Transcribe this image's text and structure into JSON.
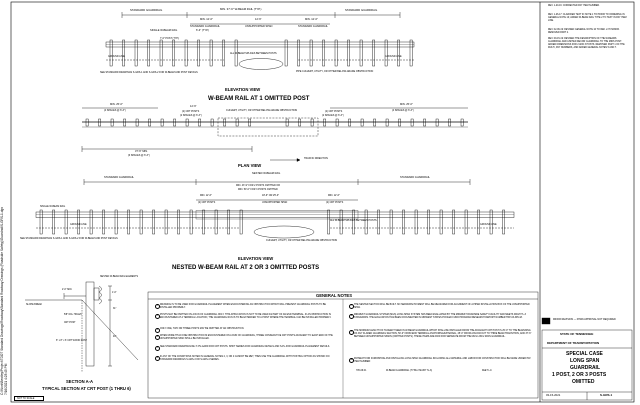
{
  "side_text": {
    "line1": "C:\\Work\\Bentley\\Project\\TDOT Standard Drawings\\Roadway\\Standard Roadway Drawings (Roadside Safety)\\Guardrail\\S-GRS-1.dgn",
    "line2": "7/16/2021 4:23:45 PM"
  },
  "elevation1": {
    "title": "ELEVATION VIEW",
    "top_dims": [
      "STANDARD GUARDRAIL",
      "MIN. 37'-6\" W-BEAM RAIL (TYP.)",
      "STANDARD GUARDRAIL"
    ],
    "labels": [
      "MIN. 12'-6\"",
      "12'-6\"",
      "MIN. 12'-6\"",
      "STANDARD GUARDRAIL",
      "UNSUPPORTED SPAN",
      "STANDARD GUARDRAIL",
      "SINGLE W-BEAM RAIL",
      "GROUND LINE",
      "GROUND LINE",
      "ALL W-BEAM SPLICES BETWEEN POSTS",
      "PIPE CULVERT, UTILITY, OR OTHER BELOW-GRADE OBSTRUCTION",
      "SEE STANDARD DRAWINGS S-GRS-1 AND S-GRS-2 FOR W-BEAM AND POST DETAILS",
      "7'-0\" POST (TYP.)",
      "6'-3\" (TYP.)"
    ]
  },
  "section_w1": {
    "title": "W-BEAM RAIL AT 1 OMITTED POST"
  },
  "plan": {
    "title": "PLAN VIEW",
    "labels": [
      "MIN. 25'-0\"",
      "MIN. 25'-0\"",
      "(4 SPACES @ 6'-3\")",
      "(4 SPACES @ 6'-3\")",
      "12'-6\"",
      "(2) CRT POSTS",
      "(2) CRT POSTS",
      "(2 SPACES @ 6'-3\")",
      "(2 SPACES @ 6'-3\")",
      "CULVERT, UTILITY, OR OTHER BELOW-GRADE OBSTRUCTION",
      "37'-6\" MIN.",
      "(6 SPACES @ 6'-3\")",
      "TRAFFIC DIRECTION"
    ]
  },
  "elevation2": {
    "title": "ELEVATION VIEW",
    "sub_title": "NESTED W-BEAM RAIL AT 2 OR 3 OMITTED POSTS",
    "labels": [
      "STANDARD GUARDRAIL",
      "NESTED W-BEAM RAIL",
      "STANDARD GUARDRAIL",
      "MIN. 43'-9\" FOR 2 POSTS OMITTED OR",
      "MIN. 50'-0\" FOR 3 POSTS OMITTED",
      "MIN. 12'-6\"",
      "(2) CRT POSTS",
      "18'-9\" OR 25'-0\"",
      "UNSUPPORTED SPAN",
      "MIN. 12'-6\"",
      "(2) CRT POSTS",
      "SINGLE W-BEAM RAIL",
      "GROUND LINE",
      "GROUND LINE",
      "ALL W-BEAM SPLICES BETWEEN POSTS",
      "CULVERT, UTILITY, OR OTHER BELOW-GRADE OBSTRUCTION",
      "SEE STANDARD DRAWINGS S-GRS-1 AND S-GRS-2 FOR W-BEAM AND POST DETAILS"
    ]
  },
  "section_a": {
    "title": "SECTION A-A",
    "sub_title": "TYPICAL SECTION AT CRT POST (1 THRU 6)",
    "labels": [
      "NESTED W-BEAM RAIL ELEMENTS",
      "2'-0\" MIN.",
      "SLOPE BREAK",
      "5/8\" DIA. HOLES",
      "1'-0\"",
      "CRT POST",
      "31\"",
      "6\" x 8\" x 6' CRT WOOD POST",
      "40\""
    ],
    "not_to_scale": "NOT TO SCALE"
  },
  "general_notes": {
    "title": "GENERAL NOTES",
    "left": [
      {
        "num": "1",
        "text": "DRAWING IS TO BE USED FOR GUARDRAIL PLACEMENT WHEN ENCOUNTERING AN OBSTRUCTION WHICH WILL PREVENT GUARDRAIL POSTS TO BE INSTALLED PROPERLY."
      },
      {
        "num": "2",
        "text": "POSTS MAY BE OMITTED ON A RUN OF GUARDRAIL ONLY. THIS APPLICATION IS NOT TO BE USED AS PART OF AN END TERMINAL. IF AN OBSTRUCTION IS ENCOUNTERED AT A TERMINAL LOCATION, THE GUARDRAIL RUN IS TO BE EXTENDED TO A POINT WHERE THE TERMINAL CAN BE INSTALLED PROPERLY."
      },
      {
        "num": "3",
        "text": "ONLY ONE, TWO OR THREE POSTS MAY BE OMITTED AT AN OBSTRUCTION."
      },
      {
        "num": "4",
        "text": "WHEN MORE THAN ONE OBSTRUCTION IS ENCOUNTERED ON A RUN OF GUARDRAIL, THREE CONSECUTIVE CRT POSTS ADJACENT TO EACH END OF THE UNSUPPORTED SPAN SHALL BE INSTALLED."
      },
      {
        "num": "5",
        "text": "SEE STANDARD DRAWINGS RE-T-7/S-GARD FOR CRT POSTS. SHIFT SERIES FOR GUARDRAIL DETAILS AND S-PL-FOR GUARDRAIL PLACEMENT DETAILS."
      },
      {
        "num": "6",
        "text": "IF ANY OF THE CONDITIONS NOTED IN GENERAL NOTES 2, 3, OR 4 CANNOT BE MET, THEN USE THE GUARDRAIL WITH POSTING OPTION AS SHOWN ON STANDARD DRAWINGS S-GRS-3 OR S-GRS-4 SERIES."
      }
    ],
    "right": [
      {
        "num": "7",
        "text": "THE NESTED SECTION WILL BE BUILT. NO SEPARATE PAYMENT WILL BE MEASURED FOR ALIGNMENT OF A PIPED INSTALLATION BOX OF THE UNSUPPORTED SPAN."
      },
      {
        "num": "8",
        "text": "MIDWEST GUARDRAIL SYSTEM (MGS) LONG SPAN SYSTEM HAS BEEN EVALUATED BY THE MIDWEST ROADSIDE SAFETY FACILITY AND MEETS MASH TL-3 STANDARDS. THE EVALUATION HAS BEEN DOCUMENTED IN MIDWEST STATES POOLED FUND PROGRAM RESEARCH REPORT NUMBER TRP-03-395-18."
      },
      {
        "num": "9",
        "text": "THE MINIMUM LENGTH OF TANGENT NEED IN W-BEAM GUARDRAIL WHICH SHALL BE INSTALLED FROM THE ADJACENT CRT POST IS 25'-0\" TO THE BEGINNING OF ANY FLARED GUARDRAIL SECTION, 50'-0\" FROM END TERMINAL ANCHORING/EXTERNAL, 25'-0\" FROM A BLOCKOUT TO THRIE BEAM TRANSITION, AND 37'-6\" BETWEEN UNSUPPORTED SPANS (OMITTED POSTS). THESE ITEMS ARE PAID FOR SEPARATE FROM THE MGS LONG SPAN GUARDRAIL."
      },
      {
        "num": "10",
        "text": "PAYMENT FOR FURNISHING AND INSTALLING LONG SPAN GUARDRAIL INCLUDING ALL MATERIAL AND LABOR FOR CONSTRUCTION WILL BE MADE UNDER PAY ITEM NUMBER:"
      }
    ],
    "pay_item_no": "705-06.01",
    "pay_item_desc": "W-BEAM GUARDRAIL (TYPE 2 MASH TL-3)",
    "pay_item_unit": "FEET L.F."
  },
  "revisions": [
    "REV. 1-20-16: CORRECTED PAY ITEM NUMBER.",
    "REV. 1-26-17: CLARIFIED TEXT IN NOTE 1 TO PRIOR TO ORDERING IN GENERAL NOTE 10; ADDED W-BEAM RAIL TYPE 2 TO TEXT IN PAY ITEM LINE.",
    "REV. 02-06-19: REVISED GENERAL NOTE 10 TO REF. 2-70 MINOR. REMOVED PART 2.",
    "REV. 09-15-19: REVISED THE DESCRIPTION OF THE W-BEAMS GUARDRAIL AND LIMITED DECOR GUARDRAIL TO THE MIDS POST. ADDED DIMENSIONS FOR 2 AND 3 POSTS. REMOVED PART 1 OF THE MULTI, PAY NUMBERS, AND ADDED GENERAL NOTES 5 AND 7."
  ],
  "title_block": {
    "minor_revision": "MINOR REVISION — FHWA APPROVAL NOT REQUIRED",
    "state_line1": "STATE OF TENNESSEE",
    "dept_line": "DEPARTMENT OF TRANSPORTATION",
    "title": [
      "SPECIAL CASE",
      "LONG SPAN",
      "GUARDRAIL",
      "1 POST, 2 OR 3 POSTS",
      "OMITTED"
    ],
    "date": "03-15-2021",
    "sheet_no": "S-GRS-1"
  }
}
